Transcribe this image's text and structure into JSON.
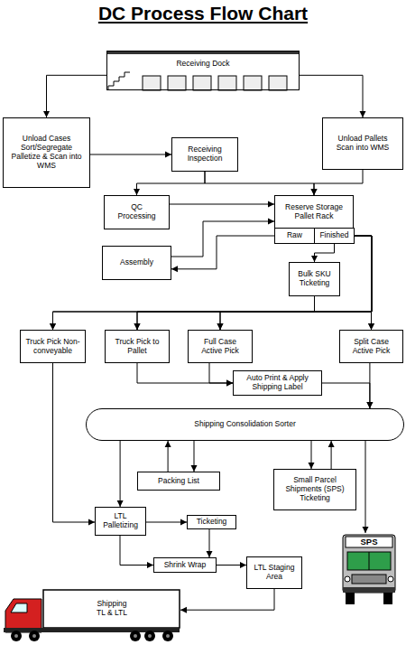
{
  "diagram": {
    "title": "DC Process Flow Chart",
    "nodes": [
      {
        "text": [
          "Receiving Dock"
        ]
      },
      {
        "text": [
          "Unload Cases Sort/Segregate Palletize & Scan into WMS"
        ]
      },
      {
        "text": [
          "Receiving Inspection"
        ]
      },
      {
        "text": [
          "Unload Pallets Scan into WMS"
        ]
      },
      {
        "text": [
          "QC Processing"
        ]
      },
      {
        "text": [
          "Reserve Storage Pallet Rack"
        ]
      },
      {
        "text": [
          "Raw"
        ],
        "in": 5
      },
      {
        "text": [
          "Finished"
        ],
        "in": 5
      },
      {
        "text": [
          "Assembly"
        ]
      },
      {
        "text": [
          "Bulk SKU Ticketing"
        ]
      },
      {
        "text": [
          "Truck Pick Non-conveyable"
        ]
      },
      {
        "text": [
          "Truck Pick to Pallet"
        ]
      },
      {
        "text": [
          "Full Case Active Pick"
        ]
      },
      {
        "text": [
          "Split Case Active Pick"
        ]
      },
      {
        "text": [
          "Auto Print & Apply Shipping Label"
        ]
      },
      {
        "text": [
          "Shipping Consolidation Sorter"
        ]
      },
      {
        "text": [
          "Packing List"
        ]
      },
      {
        "text": [
          "Small Parcel Shipments (SPS) Ticketing"
        ]
      },
      {
        "text": [
          "LTL Palletizing"
        ]
      },
      {
        "text": [
          "Ticketing"
        ]
      },
      {
        "text": [
          "Shrink Wrap"
        ]
      },
      {
        "text": [
          "LTL Staging Area"
        ]
      },
      {
        "text": [
          "SPS"
        ]
      },
      {
        "text": [
          "Shipping TL & LTL"
        ]
      }
    ],
    "edges": [
      {
        "from": 0,
        "to": 1,
        "arrow": "to"
      },
      {
        "from": 0,
        "to": 3,
        "arrow": "to"
      },
      {
        "from": 1,
        "to": 2,
        "arrow": "to"
      },
      {
        "from": 2,
        "to": 4,
        "arrow": "to"
      },
      {
        "from": 2,
        "to": 5,
        "arrow": "to"
      },
      {
        "from": 3,
        "to": 5,
        "arrow": "to"
      },
      {
        "from": 4,
        "to": 5,
        "arrow": "to"
      },
      {
        "from": 6,
        "to": 8,
        "arrow": "to"
      },
      {
        "from": 8,
        "to": 5,
        "arrow": "to"
      },
      {
        "from": 7,
        "to": 9,
        "arrow": "to"
      },
      {
        "from": 9,
        "to": 10,
        "arrow": "to"
      },
      {
        "from": 9,
        "to": 11,
        "arrow": "to"
      },
      {
        "from": 9,
        "to": 12,
        "arrow": "to"
      },
      {
        "from": 9,
        "to": 13,
        "arrow": "to"
      },
      {
        "from": 7,
        "to": 10,
        "arrow": "to"
      },
      {
        "from": 7,
        "to": 11,
        "arrow": "to"
      },
      {
        "from": 7,
        "to": 12,
        "arrow": "to"
      },
      {
        "from": 7,
        "to": 13,
        "arrow": "to"
      },
      {
        "from": 10,
        "to": 18,
        "arrow": "to"
      },
      {
        "from": 11,
        "to": 14,
        "arrow": "to"
      },
      {
        "from": 12,
        "to": 14,
        "arrow": "to"
      },
      {
        "from": 14,
        "to": 15,
        "arrow": "to"
      },
      {
        "from": 13,
        "to": 15,
        "arrow": "to"
      },
      {
        "from": 15,
        "to": 16,
        "arrow": "to"
      },
      {
        "from": 16,
        "to": 15,
        "arrow": "to"
      },
      {
        "from": 15,
        "to": 17,
        "arrow": "to"
      },
      {
        "from": 17,
        "to": 15,
        "arrow": "to"
      },
      {
        "from": 15,
        "to": 18,
        "arrow": "to"
      },
      {
        "from": 15,
        "to": 22,
        "arrow": "to"
      },
      {
        "from": 18,
        "to": 19,
        "arrow": "to"
      },
      {
        "from": 18,
        "to": 20,
        "arrow": "to"
      },
      {
        "from": 19,
        "to": 20,
        "arrow": "to"
      },
      {
        "from": 20,
        "to": 21,
        "arrow": "to"
      },
      {
        "from": 21,
        "to": 23,
        "arrow": "to"
      }
    ]
  }
}
